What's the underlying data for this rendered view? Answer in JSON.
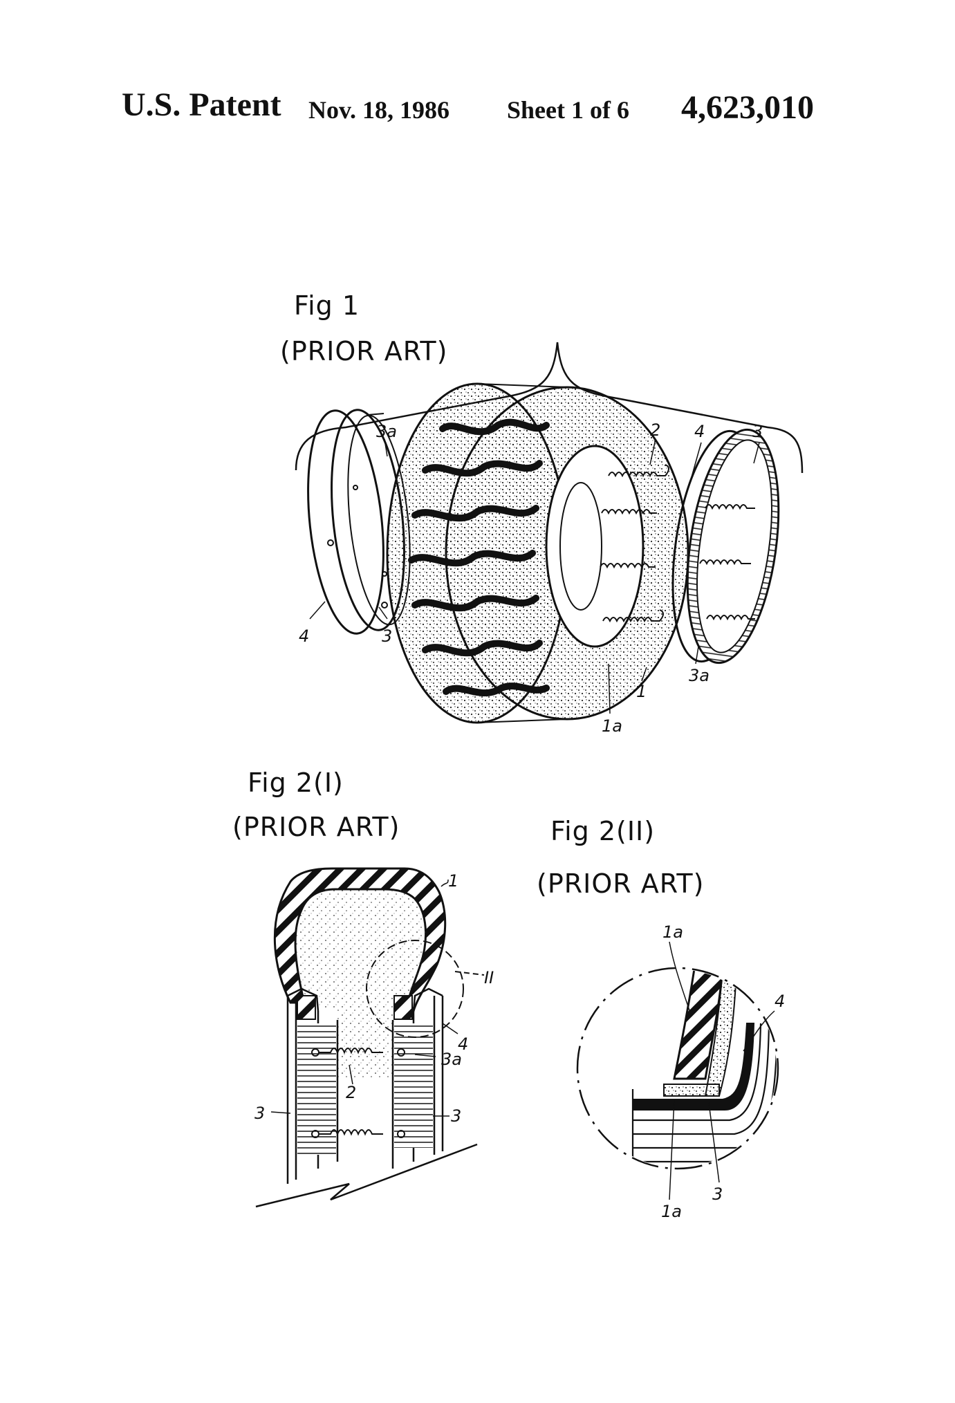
{
  "header": {
    "title": "U.S. Patent",
    "date": "Nov. 18, 1986",
    "sheet": "Sheet 1 of 6",
    "patent_number": "4,623,010"
  },
  "figures": {
    "fig1": {
      "label": "Fig 1",
      "caption": "(PRIOR ART)"
    },
    "fig2_1": {
      "label": "Fig 2(I)",
      "caption": "(PRIOR ART)"
    },
    "fig2_2": {
      "label": "Fig 2(II)",
      "caption": "(PRIOR ART)"
    }
  },
  "reference_numerals": {
    "fig1": [
      "3a",
      "2",
      "4",
      "3",
      "4",
      "3",
      "1",
      "1a",
      "3a"
    ],
    "fig2_1": [
      "1",
      "II",
      "4",
      "3a",
      "2",
      "3",
      "3"
    ],
    "fig2_2": [
      "1a",
      "4",
      "1a",
      "3"
    ]
  }
}
